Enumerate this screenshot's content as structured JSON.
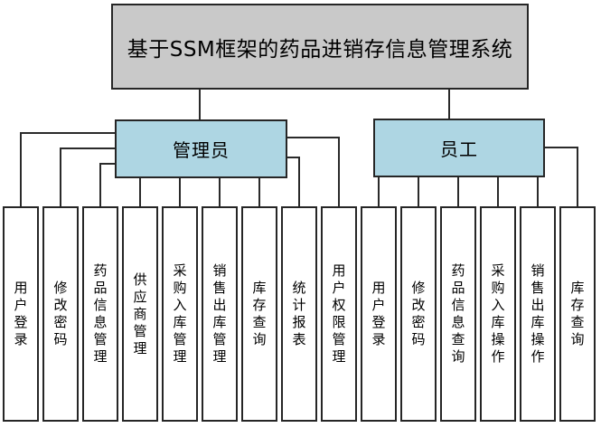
{
  "diagram": {
    "root": {
      "label": "基于SSM框架的药品进销存信息管理系统"
    },
    "roles": [
      {
        "label": "管理员",
        "children": [
          "用户登录",
          "修改密码",
          "药品信息管理",
          "供应商管理",
          "采购入库管理",
          "销售出库管理",
          "库存查询",
          "统计报表",
          "用户权限管理"
        ]
      },
      {
        "label": "员工",
        "children": [
          "用户登录",
          "修改密码",
          "药品信息查询",
          "采购入库操作",
          "销售出库操作",
          "库存查询"
        ]
      }
    ],
    "colors": {
      "root_fill": "#c9c9c9",
      "role_fill": "#aed6e3",
      "leaf_fill": "#ffffff",
      "border": "#262626",
      "line": "#2a2a2a",
      "background": "#ffffff"
    }
  }
}
